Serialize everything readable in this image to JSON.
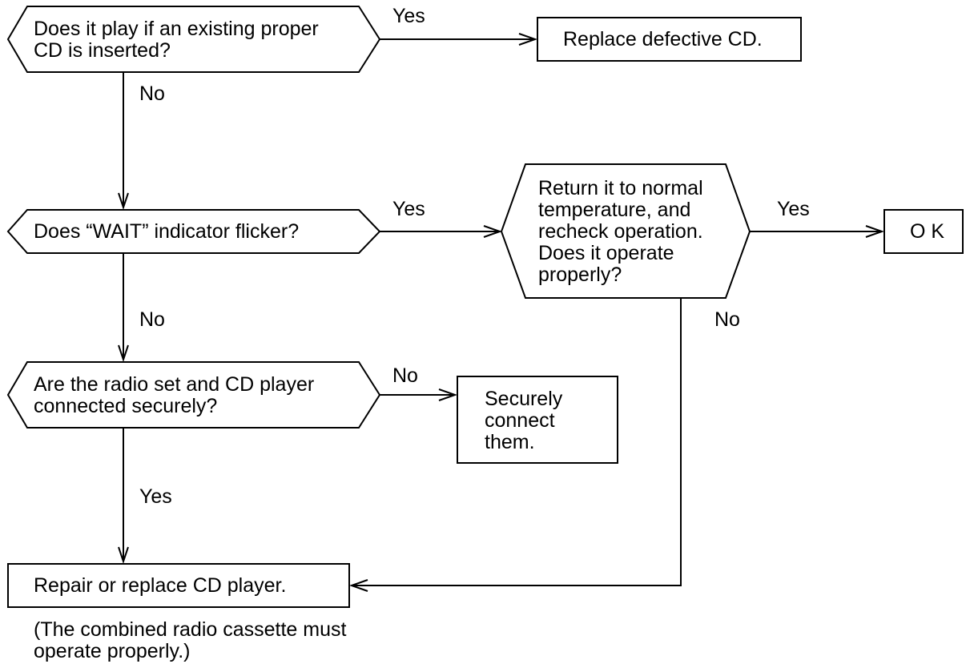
{
  "decisions": {
    "d1": "Does it play if an existing proper\nCD is inserted?",
    "d2": "Does “WAIT” indicator flicker?",
    "d3": "Are the radio set and CD player\nconnected securely?",
    "d4": "Return it to normal\ntemperature, and\nrecheck operation.\nDoes it operate\nproperly?"
  },
  "actions": {
    "replace_cd": "Replace defective CD.",
    "ok": "O K",
    "connect": "Securely\nconnect\nthem.",
    "repair": "Repair or replace CD player."
  },
  "edges": {
    "d1_yes": "Yes",
    "d1_no": "No",
    "d2_yes": "Yes",
    "d2_no": "No",
    "d4_yes": "Yes",
    "d4_no": "No",
    "d3_no": "No",
    "d3_yes": "Yes"
  },
  "footnote": "(The combined radio cassette must\noperate properly.)"
}
